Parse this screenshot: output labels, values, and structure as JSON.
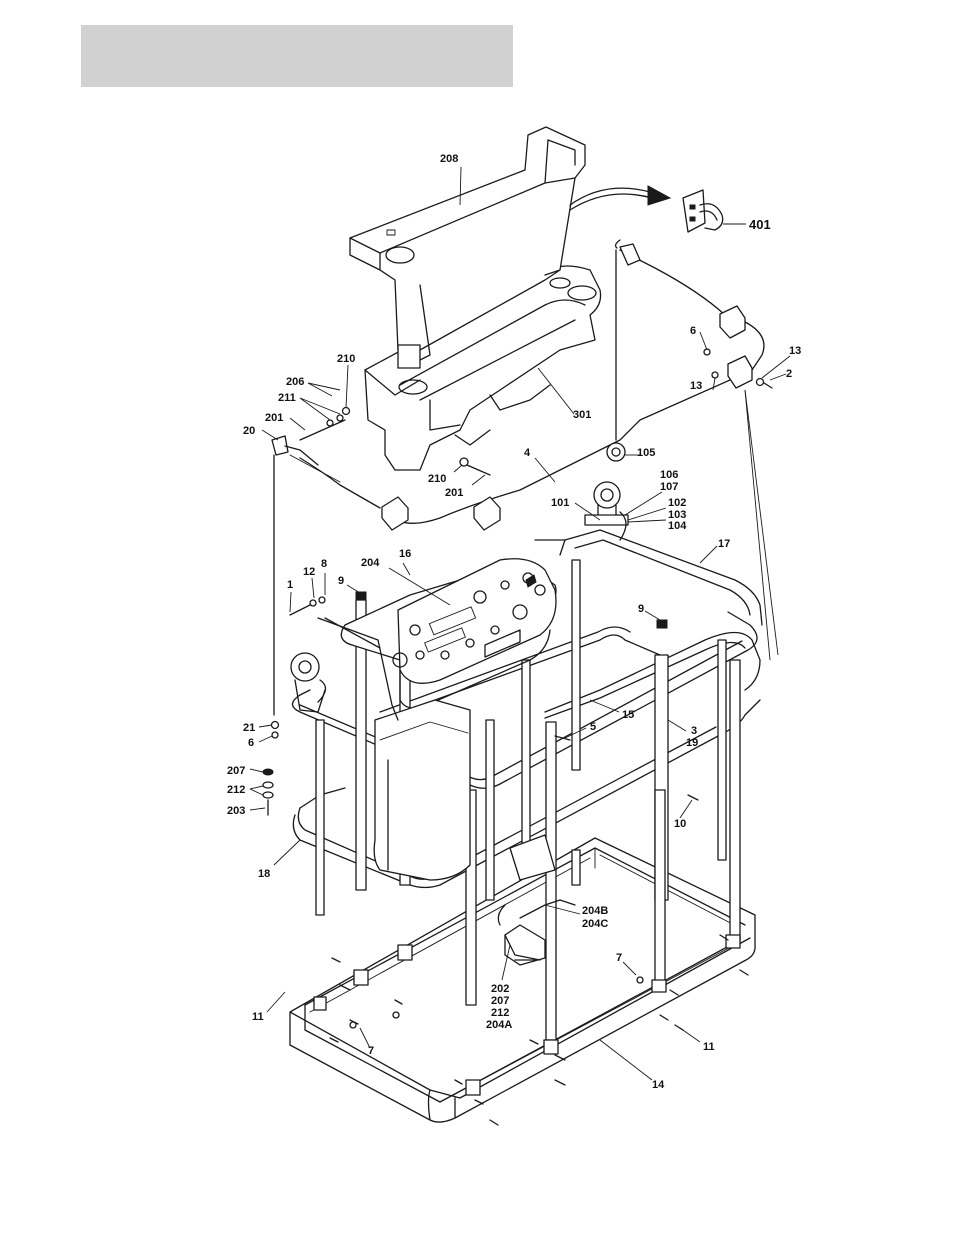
{
  "callouts": {
    "c208": "208",
    "c401": "401",
    "c6a": "6",
    "c13a": "13",
    "c13b": "13",
    "c2": "2",
    "c210a": "210",
    "c206": "206",
    "c211": "211",
    "c201a": "201",
    "c20": "20",
    "c301": "301",
    "c4": "4",
    "c105": "105",
    "c210b": "210",
    "c201b": "201",
    "c106": "106",
    "c107": "107",
    "c101": "101",
    "c102": "102",
    "c103": "103",
    "c104": "104",
    "c16": "16",
    "c204": "204",
    "c17": "17",
    "c8": "8",
    "c12": "12",
    "c1": "1",
    "c9a": "9",
    "c9b": "9",
    "c21": "21",
    "c6b": "6",
    "c5": "5",
    "c15": "15",
    "c3": "3",
    "c19": "19",
    "c207": "207",
    "c212": "212",
    "c203": "203",
    "c10": "10",
    "c18": "18",
    "c204B": "204B",
    "c204C": "204C",
    "c7a": "7",
    "c202": "202",
    "c207b": "207",
    "c212b": "212",
    "c204A": "204A",
    "c11a": "11",
    "c7b": "7",
    "c11b": "11",
    "c14": "14"
  }
}
